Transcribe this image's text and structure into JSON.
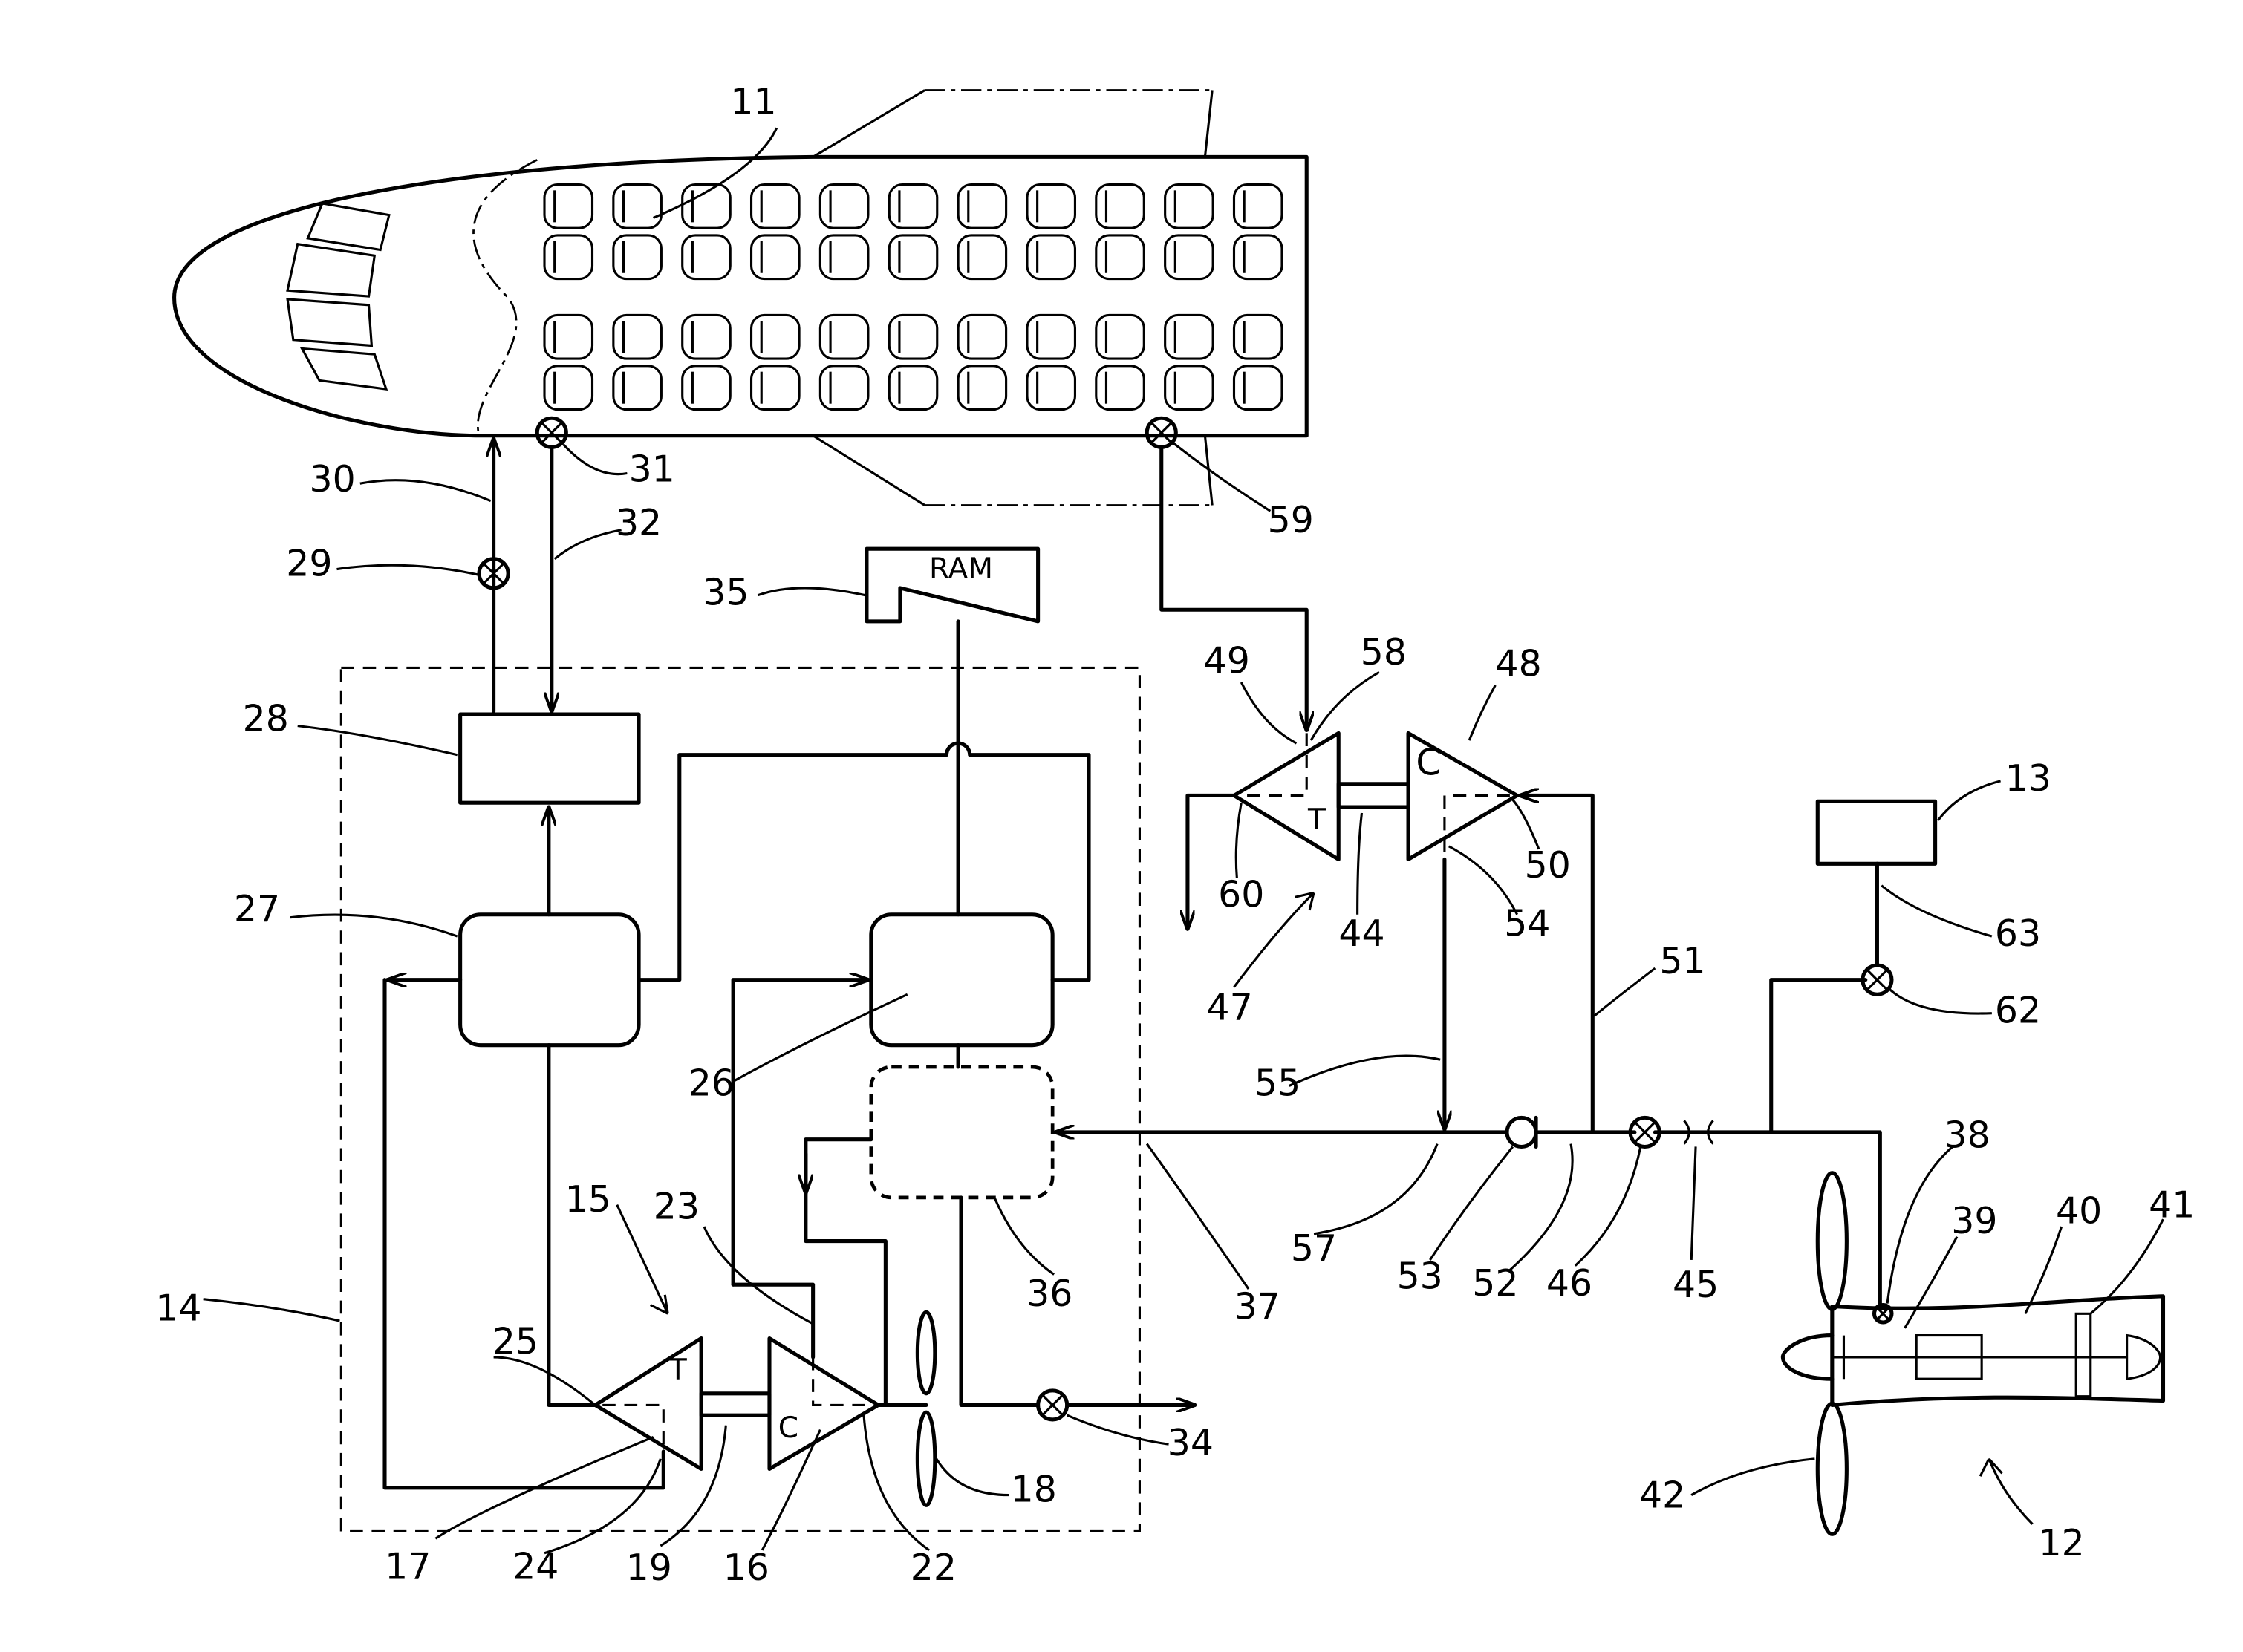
{
  "figure": {
    "reference_numerals": {
      "n11": "11",
      "n12": "12",
      "n13": "13",
      "n14": "14",
      "n15": "15",
      "n16": "16",
      "n17": "17",
      "n18": "18",
      "n19": "19",
      "n22": "22",
      "n23": "23",
      "n24": "24",
      "n25": "25",
      "n26": "26",
      "n27": "27",
      "n28": "28",
      "n29": "29",
      "n30": "30",
      "n31": "31",
      "n32": "32",
      "n34": "34",
      "n35": "35",
      "n36": "36",
      "n37": "37",
      "n38": "38",
      "n39": "39",
      "n40": "40",
      "n41": "41",
      "n42": "42",
      "n44": "44",
      "n45": "45",
      "n46": "46",
      "n47": "47",
      "n48": "48",
      "n49": "49",
      "n50": "50",
      "n51": "51",
      "n52": "52",
      "n53": "53",
      "n54": "54",
      "n55": "55",
      "n57": "57",
      "n58": "58",
      "n59": "59",
      "n60": "60",
      "n62": "62",
      "n63": "63"
    },
    "component_text": {
      "ram": "RAM",
      "turbine_15": "T",
      "compressor_16": "C",
      "turbine_49": "T",
      "compressor_48": "C"
    }
  }
}
